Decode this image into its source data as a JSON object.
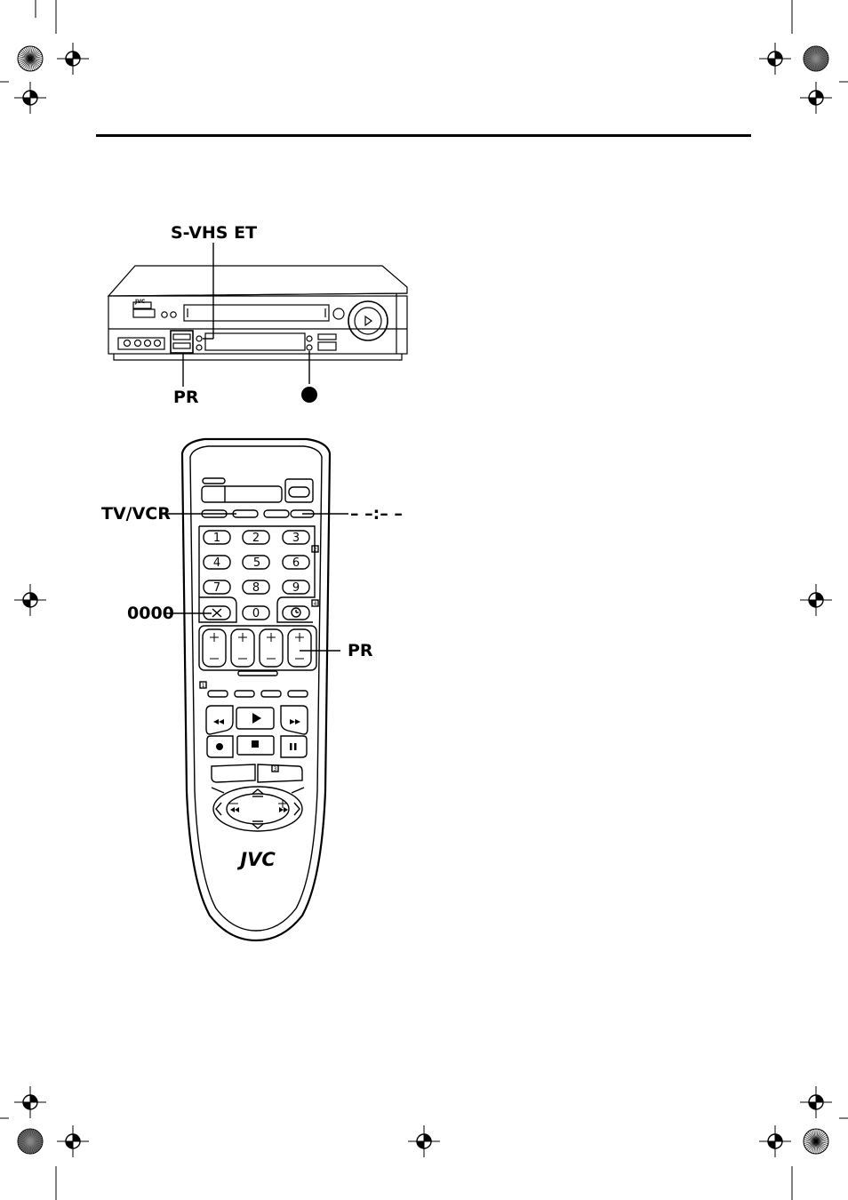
{
  "vcr": {
    "brand": "JVC",
    "callouts": {
      "svhs_et": "S-VHS ET",
      "pr": "PR"
    }
  },
  "remote": {
    "brand": "JVC",
    "callouts": {
      "tv_vcr": "TV/VCR",
      "time": "– –:– –",
      "zeros": "0000",
      "pr": "PR"
    },
    "keypad": [
      "1",
      "2",
      "3",
      "4",
      "5",
      "6",
      "7",
      "8",
      "9",
      "0"
    ],
    "box_labels": [
      "2",
      "4",
      "1",
      "3"
    ]
  },
  "icons": {
    "crop_marks": "registration-target-icon",
    "record_dot": "record-button-icon"
  }
}
